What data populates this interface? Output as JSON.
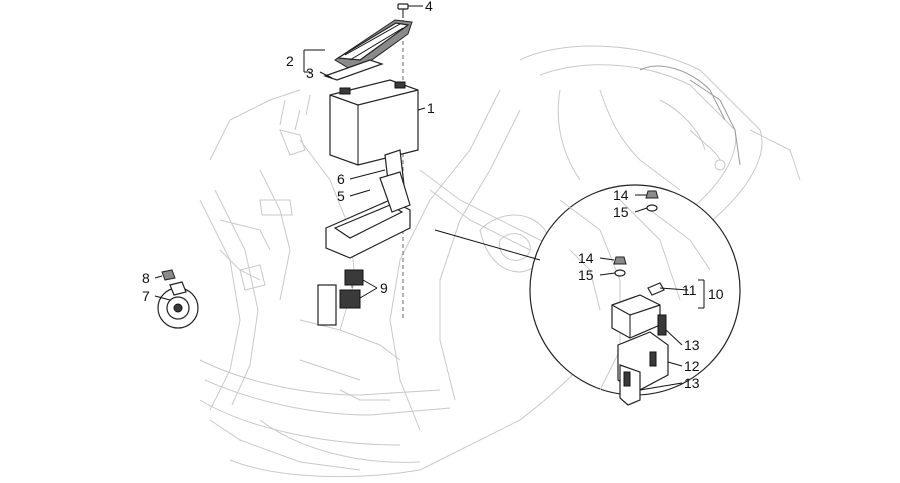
{
  "callouts": {
    "c1": "1",
    "c2": "2",
    "c3": "3",
    "c4": "4",
    "c5": "5",
    "c6": "6",
    "c7": "7",
    "c8": "8",
    "c9": "9",
    "c10": "10",
    "c11": "11",
    "c12": "12",
    "c13a": "13",
    "c13b": "13",
    "c14a": "14",
    "c14b": "14",
    "c15a": "15",
    "c15b": "15"
  }
}
